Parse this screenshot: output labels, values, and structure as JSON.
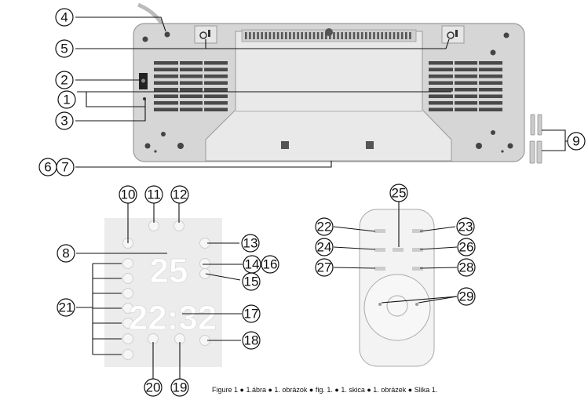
{
  "caption": "Figure 1 ● 1.ábra ● 1. obrázok ● fig. 1. ● 1. skica ● 1. obrázek ● Slika 1.",
  "callouts": {
    "c1": "1",
    "c2": "2",
    "c3": "3",
    "c4": "4",
    "c5": "5",
    "c6": "6",
    "c7": "7",
    "c8": "8",
    "c9": "9",
    "c10": "10",
    "c11": "11",
    "c12": "12",
    "c13": "13",
    "c14": "14",
    "c15": "15",
    "c16": "16",
    "c17": "17",
    "c18": "18",
    "c19": "19",
    "c20": "20",
    "c21": "21",
    "c22": "22",
    "c23": "23",
    "c24": "24",
    "c25": "25",
    "c26": "26",
    "c27": "27",
    "c28": "28",
    "c29": "29"
  },
  "display": {
    "temperature": "25",
    "time": "22:32"
  }
}
